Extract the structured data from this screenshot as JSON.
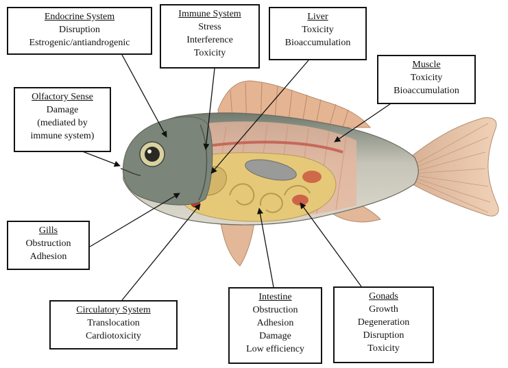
{
  "boxes": {
    "endocrine": {
      "title": "Endocrine System",
      "lines": [
        "Disruption",
        "Estrogenic/antiandrogenic"
      ]
    },
    "immune": {
      "title": "Immune System",
      "lines": [
        "Stress",
        "Interference",
        "Toxicity"
      ]
    },
    "liver": {
      "title": "Liver",
      "lines": [
        "Toxicity",
        "Bioaccumulation"
      ]
    },
    "muscle": {
      "title": "Muscle",
      "lines": [
        "Toxicity",
        "Bioaccumulation"
      ]
    },
    "olfactory": {
      "title": "Olfactory Sense",
      "lines": [
        "Damage",
        "(mediated by",
        "immune system)"
      ]
    },
    "gills": {
      "title": "Gills",
      "lines": [
        "Obstruction",
        "Adhesion"
      ]
    },
    "circulatory": {
      "title": "Circulatory System",
      "lines": [
        "Translocation",
        "Cardiotoxicity"
      ]
    },
    "intestine": {
      "title": "Intestine",
      "lines": [
        "Obstruction",
        "Adhesion",
        "Damage",
        "Low efficiency"
      ]
    },
    "gonads": {
      "title": "Gonads",
      "lines": [
        "Growth",
        "Degeneration",
        "Disruption",
        "Toxicity"
      ]
    }
  },
  "colors": {
    "body": "#c9c3b6",
    "back": "#8f9488",
    "muscle": "#e8b9a0",
    "fin": "#e6b79a",
    "cavity": "#e9d08a",
    "organ_red": "#c8523e",
    "head": "#7d857a"
  }
}
